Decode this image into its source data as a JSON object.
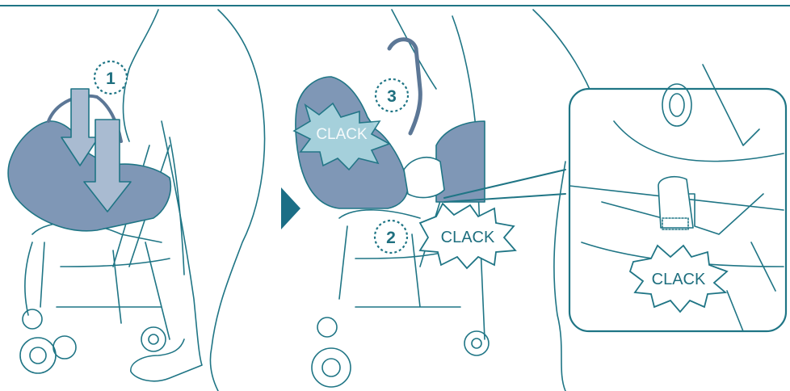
{
  "colors": {
    "line": "#1f7585",
    "fill_seat": "#7f97b6",
    "fill_seat_dark": "#5c7796",
    "arrow_fill": "#a9bbd1",
    "burst_fill": "#a8d4de",
    "triangle": "#1b6e86",
    "header_rule": "#1f7585"
  },
  "icons": {
    "next_step": "play-triangle-icon",
    "sound_effect": "starburst-icon",
    "detail_view": "rounded-magnifier-panel"
  },
  "panel_left": {
    "step": "1"
  },
  "panel_right": {
    "step_top": "3",
    "step_bottom": "2",
    "clack_ghost": "CLACK",
    "clack_main": "CLACK"
  },
  "detail_inset": {
    "clack": "CLACK"
  }
}
